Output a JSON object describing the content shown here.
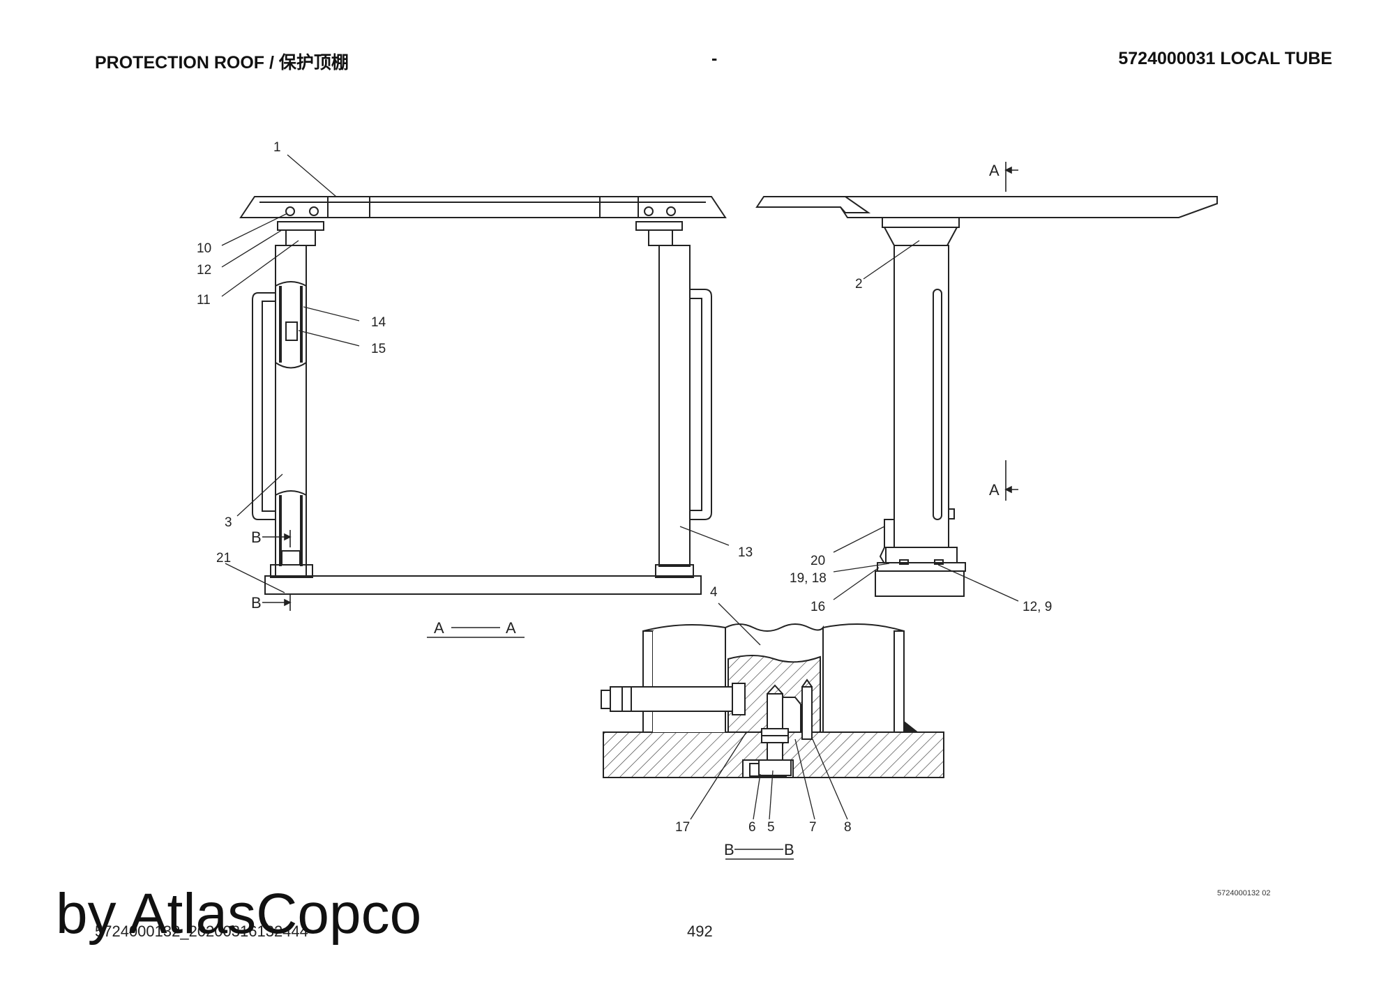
{
  "header": {
    "left": "PROTECTION ROOF / 保护顶棚",
    "center": "-",
    "right": "5724000031 LOCAL TUBE"
  },
  "callouts": {
    "c1": "1",
    "c10": "10",
    "c12": "12",
    "c11": "11",
    "c14": "14",
    "c15": "15",
    "c3": "3",
    "c21": "21",
    "c13": "13",
    "c2": "2",
    "c20": "20",
    "c1918": "19, 18",
    "c16": "16",
    "c129": "12, 9",
    "c4": "4",
    "c17": "17",
    "c6": "6",
    "c5": "5",
    "c7": "7",
    "c8": "8"
  },
  "section_marks": {
    "b_upper": "B",
    "b_lower": "B",
    "a_upper": "A",
    "a_lower": "A",
    "aa_left": "A",
    "aa_right": "A",
    "bb_left": "B",
    "bb_right": "B"
  },
  "footer": {
    "watermark": "by AtlasCopco",
    "doc_id": "5724000132_20200316132444",
    "page_number": "492",
    "drawing_number": "5724000132 02"
  }
}
